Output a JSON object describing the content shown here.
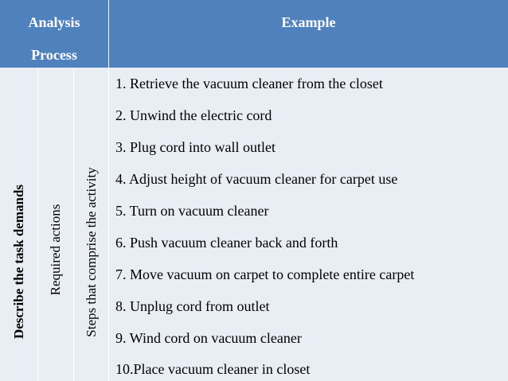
{
  "header": {
    "process_line1": "Analysis",
    "process_line2": "Process",
    "example": "Example"
  },
  "columns": {
    "col1": "Describe the task demands",
    "col2": "Required actions",
    "col3": "Steps that comprise the activity"
  },
  "steps": [
    "1. Retrieve the vacuum cleaner from the closet",
    "2. Unwind the electric cord",
    "3. Plug cord into wall outlet",
    "4. Adjust height of vacuum cleaner for carpet use",
    "5. Turn on vacuum cleaner",
    "6. Push vacuum cleaner back and forth",
    "7. Move vacuum on carpet to complete entire carpet",
    "8. Unplug cord from outlet",
    "9. Wind cord on vacuum cleaner",
    "10.Place vacuum cleaner in closet"
  ],
  "colors": {
    "header_bg": "#4f81bd",
    "body_bg": "#e9edf4",
    "header_text": "#ffffff"
  }
}
